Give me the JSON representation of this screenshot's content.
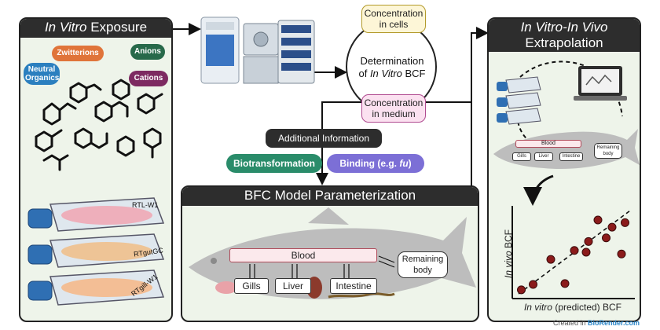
{
  "panels": {
    "exposure": {
      "title_em": "In Vitro",
      "title_rest": " Exposure"
    },
    "bfc": {
      "title": "BFC Model Parameterization"
    },
    "ivive": {
      "title_line1_em": "In Vitro-In Vivo",
      "title_line2": "Extrapolation"
    }
  },
  "chemical_classes": [
    {
      "label": "Zwitterions",
      "color": "#e0743a"
    },
    {
      "label": "Anions",
      "color": "#27694a"
    },
    {
      "label": "Neutral Organics",
      "color": "#2b7fbf"
    },
    {
      "label": "Cations",
      "color": "#7d2a61"
    }
  ],
  "cell_lines": [
    "RTL-W1",
    "RTgutGC",
    "RTgill-W1"
  ],
  "determination": {
    "line1": "Determination",
    "line2_em": "In Vitro",
    "line2_rest": " BCF",
    "conc_cells": "Concentration in cells",
    "conc_medium": "Concentration in medium"
  },
  "additional_info": {
    "label": "Additional Information",
    "biotransformation": "Biotransformation",
    "binding_prefix": "Binding (e.g. ",
    "binding_fu": "fu",
    "binding_suffix": ")"
  },
  "bfc_model": {
    "blood": "Blood",
    "gills": "Gills",
    "liver": "Liver",
    "intestine": "Intestine",
    "remaining": "Remaining body"
  },
  "mini_model": {
    "blood": "Blood",
    "gills": "Gills",
    "liver": "Liver",
    "intestine": "Intestine",
    "remaining": "Remaining body"
  },
  "plot": {
    "ylabel_em": "In vivo",
    "ylabel_rest": " BCF",
    "xlabel_em": "In vitro",
    "xlabel_rest": " (predicted) BCF"
  },
  "chart_data": {
    "type": "scatter",
    "xlabel": "In vitro (predicted) BCF",
    "ylabel": "In vivo BCF",
    "points": [
      [
        0.05,
        0.08
      ],
      [
        0.15,
        0.14
      ],
      [
        0.3,
        0.42
      ],
      [
        0.42,
        0.15
      ],
      [
        0.5,
        0.52
      ],
      [
        0.6,
        0.5
      ],
      [
        0.62,
        0.62
      ],
      [
        0.7,
        0.86
      ],
      [
        0.77,
        0.66
      ],
      [
        0.82,
        0.78
      ],
      [
        0.9,
        0.48
      ],
      [
        0.93,
        0.83
      ]
    ],
    "trend": "dashed diagonal"
  },
  "credit": {
    "prefix": "Created in ",
    "brand": "BioRender.com"
  }
}
